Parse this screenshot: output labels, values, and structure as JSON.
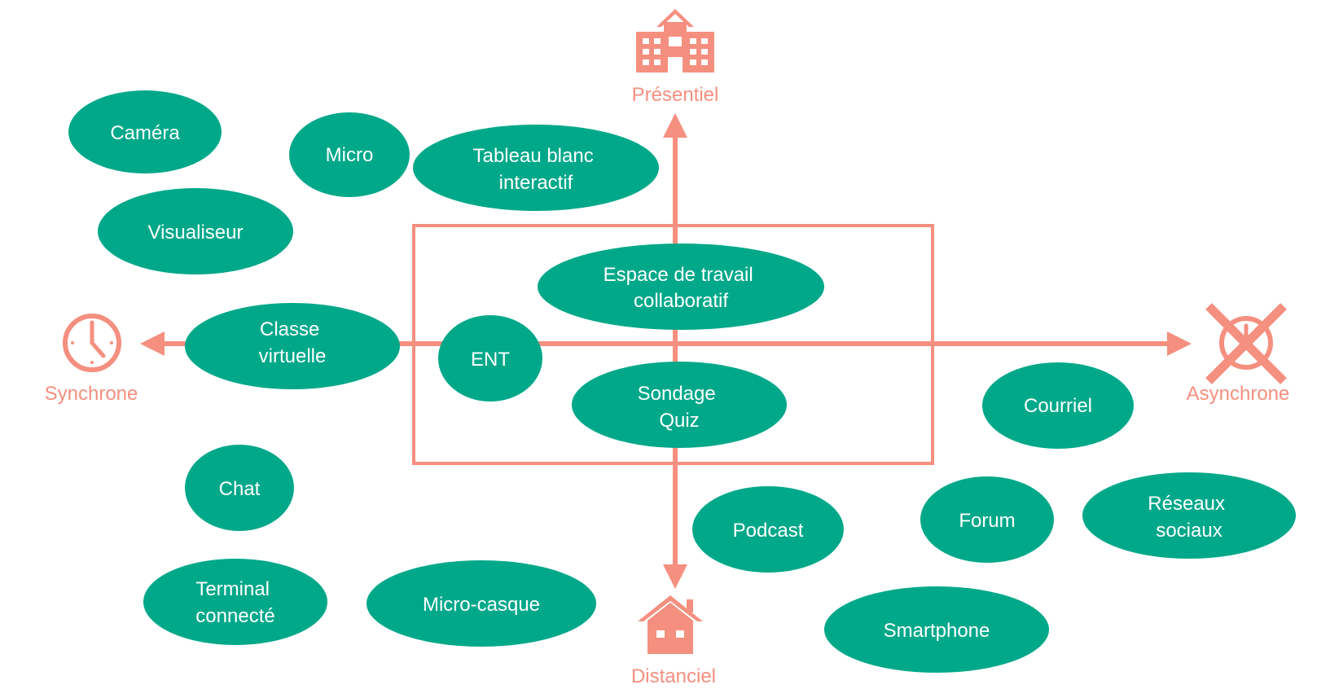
{
  "colors": {
    "accent": "#f58f7f",
    "node_fill": "#00a88a",
    "node_text": "#ffffff",
    "background": "#ffffff"
  },
  "axes": {
    "top": {
      "label": "Présentiel",
      "icon": "school-building-icon"
    },
    "bottom": {
      "label": "Distanciel",
      "icon": "house-icon"
    },
    "left": {
      "label": "Synchrone",
      "icon": "clock-icon"
    },
    "right": {
      "label": "Asynchrone",
      "icon": "crossed-out-clock-icon"
    }
  },
  "nodes": [
    {
      "id": "camera",
      "lines": [
        "Caméra"
      ]
    },
    {
      "id": "micro",
      "lines": [
        "Micro"
      ]
    },
    {
      "id": "tableau-blanc",
      "lines": [
        "Tableau blanc",
        "interactif"
      ]
    },
    {
      "id": "visualiseur",
      "lines": [
        "Visualiseur"
      ]
    },
    {
      "id": "espace-travail",
      "lines": [
        "Espace de travail",
        "collaboratif"
      ]
    },
    {
      "id": "classe-virtuelle",
      "lines": [
        "Classe",
        "virtuelle"
      ]
    },
    {
      "id": "ent",
      "lines": [
        "ENT"
      ]
    },
    {
      "id": "sondage-quiz",
      "lines": [
        "Sondage",
        "Quiz"
      ]
    },
    {
      "id": "courriel",
      "lines": [
        "Courriel"
      ]
    },
    {
      "id": "chat",
      "lines": [
        "Chat"
      ]
    },
    {
      "id": "podcast",
      "lines": [
        "Podcast"
      ]
    },
    {
      "id": "forum",
      "lines": [
        "Forum"
      ]
    },
    {
      "id": "reseaux-sociaux",
      "lines": [
        "Réseaux",
        "sociaux"
      ]
    },
    {
      "id": "terminal-connecte",
      "lines": [
        "Terminal",
        "connecté"
      ]
    },
    {
      "id": "micro-casque",
      "lines": [
        "Micro-casque"
      ]
    },
    {
      "id": "smartphone",
      "lines": [
        "Smartphone"
      ]
    }
  ]
}
